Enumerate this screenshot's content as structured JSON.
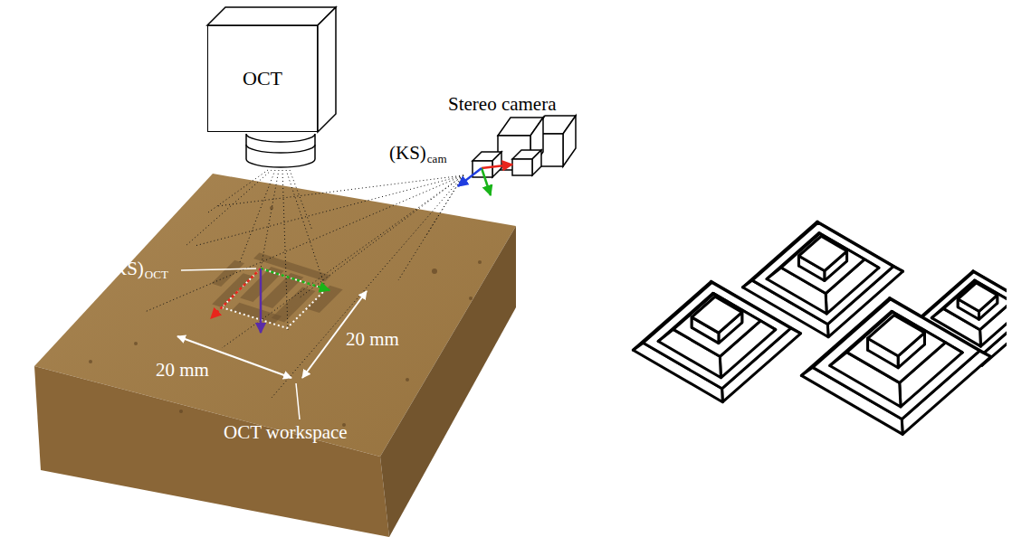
{
  "diagram": {
    "nodes": [
      {
        "text": [
          "OCT"
        ]
      }
    ],
    "labels": [
      "Stereo camera",
      "(KS)",
      "cam",
      "(KS)",
      "OCT",
      "20 mm",
      "20 mm",
      "OCT workspace"
    ]
  }
}
